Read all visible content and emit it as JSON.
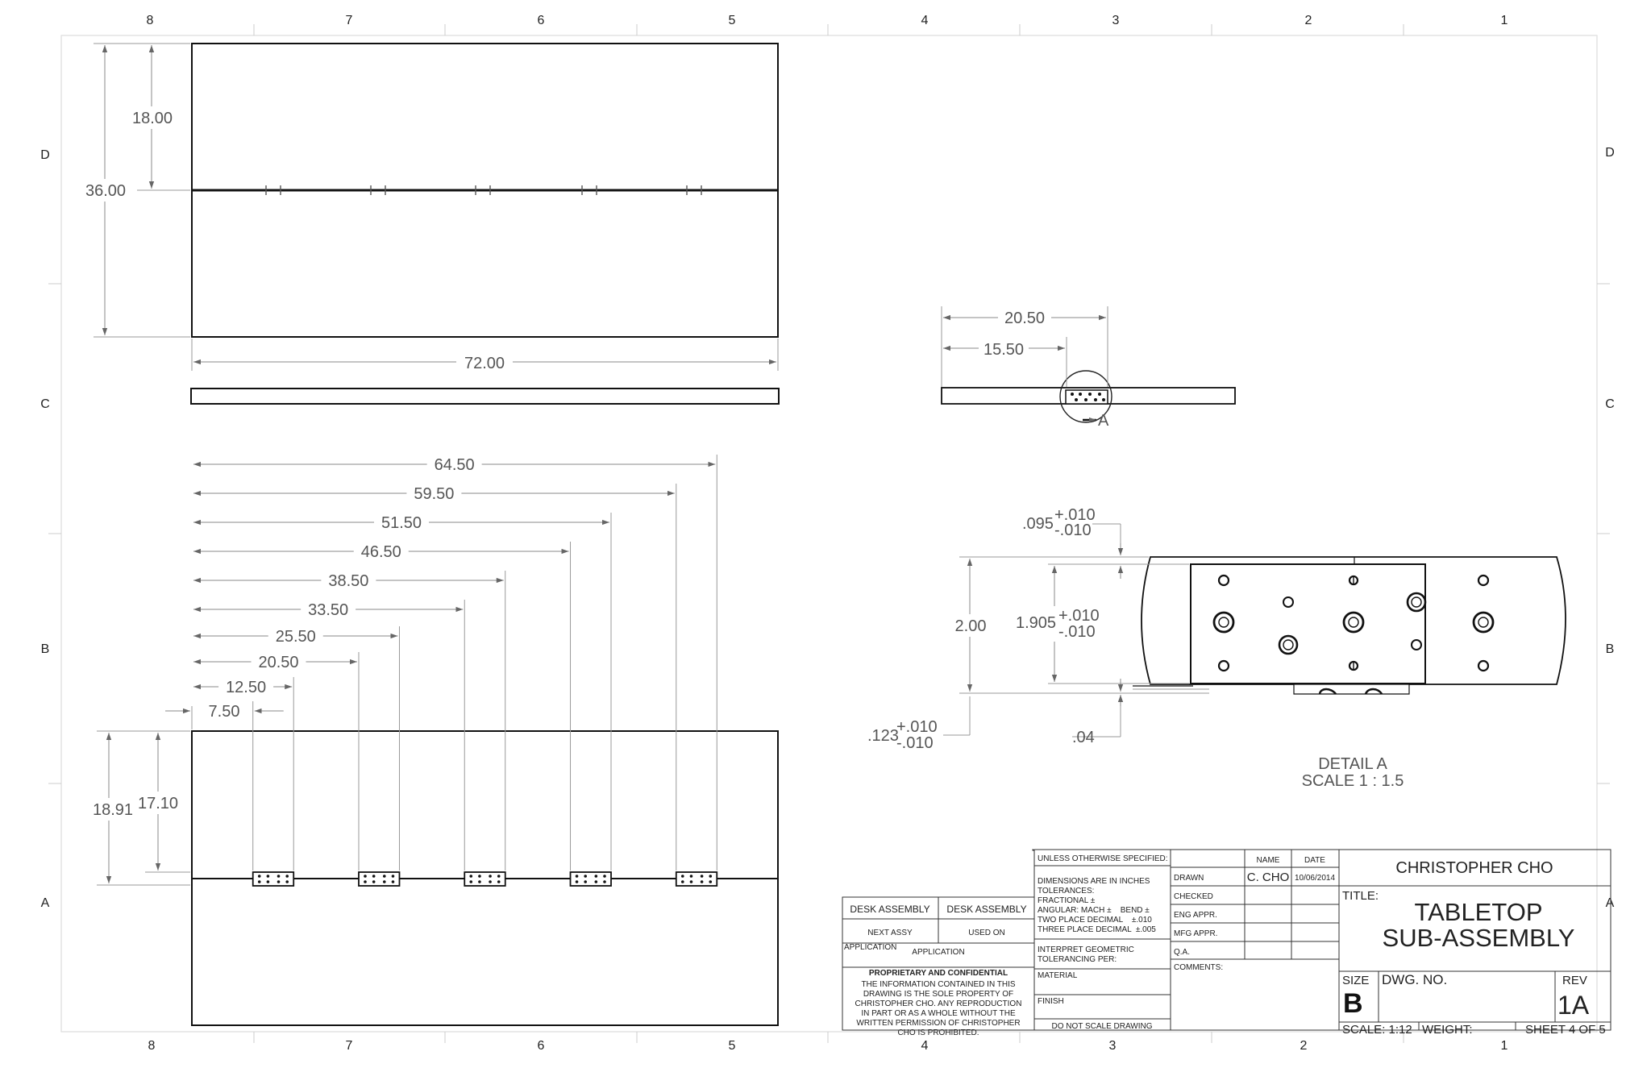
{
  "zones": {
    "cols": [
      "8",
      "7",
      "6",
      "5",
      "4",
      "3",
      "2",
      "1"
    ],
    "rows": [
      "D",
      "C",
      "B",
      "A"
    ]
  },
  "views": {
    "top": {
      "d_18": "18.00",
      "d_36": "36.00",
      "d_72": "72.00"
    },
    "bottom": {
      "horiz": [
        "64.50",
        "59.50",
        "51.50",
        "46.50",
        "38.50",
        "33.50",
        "25.50",
        "20.50",
        "12.50",
        "7.50"
      ],
      "d_1891": "18.91",
      "d_1710": "17.10"
    },
    "side": {
      "d_2050": "20.50",
      "d_1550": "15.50",
      "callout": "A"
    },
    "detail": {
      "tol_095_base": ".095",
      "tol_095_up": "+.010",
      "tol_095_dn": "-.010",
      "d_200": "2.00",
      "tol_1905_base": "1.905",
      "tol_1905_up": "+.010",
      "tol_1905_dn": "-.010",
      "tol_123_base": ".123",
      "tol_123_up": "+.010",
      "tol_123_dn": "-.010",
      "d_04": ".04",
      "label_line1": "DETAIL A",
      "label_line2": "SCALE 1 : 1.5"
    }
  },
  "title_block": {
    "unless": "UNLESS OTHERWISE SPECIFIED:",
    "tol_lines": [
      "DIMENSIONS ARE IN INCHES",
      "TOLERANCES:",
      "FRACTIONAL ±",
      "ANGULAR: MACH ±    BEND ±",
      "TWO PLACE DECIMAL    ±.010",
      "THREE PLACE DECIMAL  ±.005"
    ],
    "interpret_1": "INTERPRET GEOMETRIC",
    "interpret_2": "TOLERANCING PER:",
    "material": "MATERIAL",
    "finish": "FINISH",
    "do_not_scale": "DO NOT SCALE DRAWING",
    "name_hdr": "NAME",
    "date_hdr": "DATE",
    "drawn": "DRAWN",
    "drawn_name": "C. CHO",
    "drawn_date": "10/06/2014",
    "checked": "CHECKED",
    "eng_appr": "ENG APPR.",
    "mfg_appr": "MFG APPR.",
    "qa": "Q.A.",
    "comments": "COMMENTS:",
    "author": "CHRISTOPHER CHO",
    "title_label": "TITLE:",
    "title_1": "TABLETOP",
    "title_2": "SUB-ASSEMBLY",
    "size_label": "SIZE",
    "size": "B",
    "dwg_no_label": "DWG.  NO.",
    "rev_label": "REV",
    "rev": "1A",
    "scale": "SCALE: 1:12",
    "weight": "WEIGHT:",
    "sheet": "SHEET 4 OF 5",
    "next_assy_val": "DESK ASSEMBLY",
    "used_on_val": "DESK ASSEMBLY",
    "next_assy": "NEXT ASSY",
    "used_on": "USED ON",
    "application": "APPLICATION",
    "application2": "APPLICATION",
    "prop_title": "PROPRIETARY AND CONFIDENTIAL",
    "prop_lines": [
      "THE INFORMATION CONTAINED IN THIS",
      "DRAWING IS THE SOLE PROPERTY OF",
      "CHRISTOPHER CHO.  ANY REPRODUCTION",
      "IN PART OR AS A WHOLE WITHOUT THE",
      "WRITTEN PERMISSION OF CHRISTOPHER",
      "CHO IS PROHIBITED."
    ]
  }
}
